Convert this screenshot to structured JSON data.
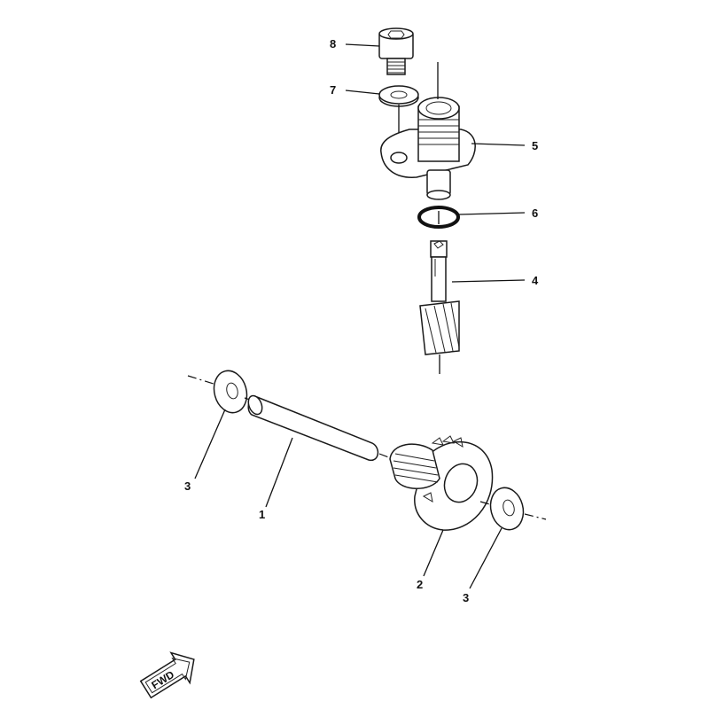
{
  "callouts": [
    {
      "id": "8",
      "text": "8"
    },
    {
      "id": "7",
      "text": "7"
    },
    {
      "id": "5",
      "text": "5"
    },
    {
      "id": "6",
      "text": "6"
    },
    {
      "id": "4",
      "text": "4"
    },
    {
      "id": "3a",
      "text": "3"
    },
    {
      "id": "1",
      "text": "1"
    },
    {
      "id": "2",
      "text": "2"
    },
    {
      "id": "3b",
      "text": "3"
    }
  ],
  "fwd_label": "FWD",
  "colors": {
    "line": "#111111",
    "background": "#ffffff"
  }
}
